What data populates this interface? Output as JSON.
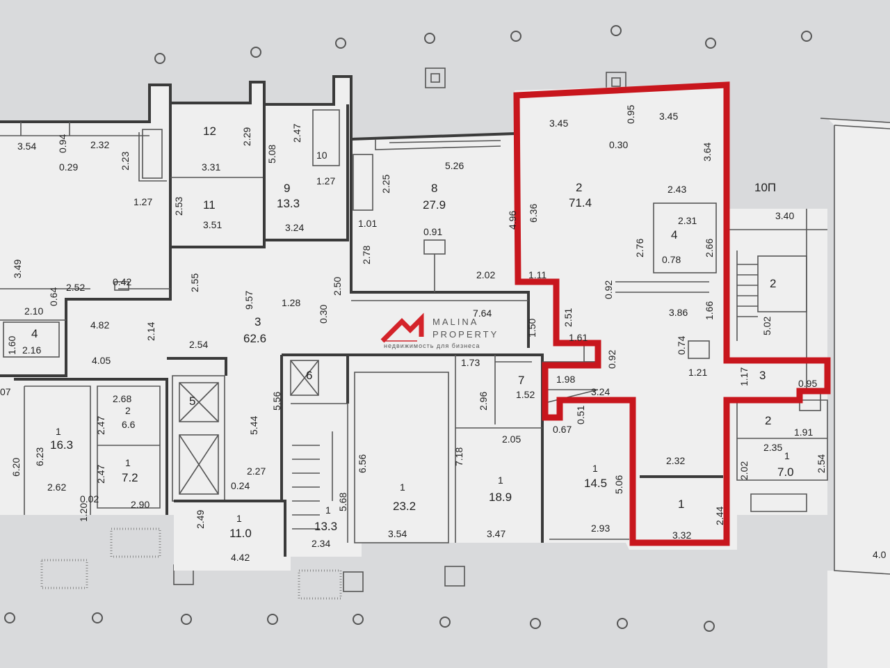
{
  "colors": {
    "background": "#d9dadc",
    "highlight": "#c8161d",
    "logo_red": "#d4232a",
    "logo_text": "#555555"
  },
  "logo": {
    "name": "MALINA PROPERTY",
    "subtitle": "недвижимость для бизнеса"
  },
  "labels": [
    {
      "id": "d-3-54",
      "text": "3.54"
    },
    {
      "id": "d-0-94",
      "text": "0.94"
    },
    {
      "id": "d-2-32",
      "text": "2.32"
    },
    {
      "id": "d-0-29",
      "text": "0.29"
    },
    {
      "id": "d-2-23",
      "text": "2.23"
    },
    {
      "id": "r12",
      "text": "12"
    },
    {
      "id": "d-2-29",
      "text": "2.29"
    },
    {
      "id": "d-3-31",
      "text": "3.31"
    },
    {
      "id": "d-5-08",
      "text": "5.08"
    },
    {
      "id": "d-2-47a",
      "text": "2.47"
    },
    {
      "id": "r10",
      "text": "10"
    },
    {
      "id": "d-1-27a",
      "text": "1.27"
    },
    {
      "id": "d-1-27b",
      "text": "1.27"
    },
    {
      "id": "d-2-53",
      "text": "2.53"
    },
    {
      "id": "r11",
      "text": "11"
    },
    {
      "id": "a-3-51",
      "text": "3.51"
    },
    {
      "id": "r9",
      "text": "9"
    },
    {
      "id": "a-13-3a",
      "text": "13.3"
    },
    {
      "id": "d-3-24a",
      "text": "3.24"
    },
    {
      "id": "d-2-25",
      "text": "2.25"
    },
    {
      "id": "d-5-26",
      "text": "5.26"
    },
    {
      "id": "r8",
      "text": "8"
    },
    {
      "id": "a-27-9",
      "text": "27.9"
    },
    {
      "id": "d-1-01",
      "text": "1.01"
    },
    {
      "id": "d-0-91",
      "text": "0.91"
    },
    {
      "id": "d-2-78",
      "text": "2.78"
    },
    {
      "id": "d-2-02a",
      "text": "2.02"
    },
    {
      "id": "d-2-50",
      "text": "2.50"
    },
    {
      "id": "d-4-96",
      "text": "4.96"
    },
    {
      "id": "d-6-36",
      "text": "6.36"
    },
    {
      "id": "d-3-45a",
      "text": "3.45"
    },
    {
      "id": "d-0-95",
      "text": "0.95"
    },
    {
      "id": "d-3-45b",
      "text": "3.45"
    },
    {
      "id": "d-0-30a",
      "text": "0.30"
    },
    {
      "id": "d-3-64",
      "text": "3.64"
    },
    {
      "id": "r2a",
      "text": "2"
    },
    {
      "id": "a-71-4",
      "text": "71.4"
    },
    {
      "id": "d-2-43",
      "text": "2.43"
    },
    {
      "id": "p10",
      "text": "10П"
    },
    {
      "id": "d-3-40",
      "text": "3.40"
    },
    {
      "id": "d-2-31",
      "text": "2.31"
    },
    {
      "id": "r4a",
      "text": "4"
    },
    {
      "id": "d-2-76",
      "text": "2.76"
    },
    {
      "id": "d-2-66",
      "text": "2.66"
    },
    {
      "id": "d-0-78",
      "text": "0.78"
    },
    {
      "id": "r2b",
      "text": "2"
    },
    {
      "id": "d-0-92a",
      "text": "0.92"
    },
    {
      "id": "d-3-86",
      "text": "3.86"
    },
    {
      "id": "d-1-66",
      "text": "1.66"
    },
    {
      "id": "d-5-02",
      "text": "5.02"
    },
    {
      "id": "d-1-11",
      "text": "1.11"
    },
    {
      "id": "d-2-51",
      "text": "2.51"
    },
    {
      "id": "d-3-49",
      "text": "3.49"
    },
    {
      "id": "d-2-52",
      "text": "2.52"
    },
    {
      "id": "d-0-42",
      "text": "0.42"
    },
    {
      "id": "d-2-10",
      "text": "2.10"
    },
    {
      "id": "d-0-64",
      "text": "0.64"
    },
    {
      "id": "d-2-55",
      "text": "2.55"
    },
    {
      "id": "d-9-57",
      "text": "9.57"
    },
    {
      "id": "d-1-28",
      "text": "1.28"
    },
    {
      "id": "d-0-30b",
      "text": "0.30"
    },
    {
      "id": "d-4-82",
      "text": "4.82"
    },
    {
      "id": "d-2-14",
      "text": "2.14"
    },
    {
      "id": "r3a",
      "text": "3"
    },
    {
      "id": "a-62-6",
      "text": "62.6"
    },
    {
      "id": "d-7-64",
      "text": "7.64"
    },
    {
      "id": "d-1-50",
      "text": "1.50"
    },
    {
      "id": "d-1-61",
      "text": "1.61"
    },
    {
      "id": "d-0-92b",
      "text": "0.92"
    },
    {
      "id": "d-0-74",
      "text": "0.74"
    },
    {
      "id": "d-1-21",
      "text": "1.21"
    },
    {
      "id": "d-1-17",
      "text": "1.17"
    },
    {
      "id": "r3b",
      "text": "3"
    },
    {
      "id": "d-0-95b",
      "text": "0.95"
    },
    {
      "id": "r4b",
      "text": "4"
    },
    {
      "id": "d-1-60",
      "text": "1.60"
    },
    {
      "id": "d-2-16",
      "text": "2.16"
    },
    {
      "id": "d-2-54a",
      "text": "2.54"
    },
    {
      "id": "d-4-05",
      "text": "4.05"
    },
    {
      "id": "d-1-73",
      "text": "1.73"
    },
    {
      "id": "d-1-98",
      "text": "1.98"
    },
    {
      "id": "d-3-24b",
      "text": "3.24"
    },
    {
      "id": "r7",
      "text": "7"
    },
    {
      "id": "d-2-96",
      "text": "2.96"
    },
    {
      "id": "d-1-52",
      "text": "1.52"
    },
    {
      "id": "d-0-67",
      "text": "0.67"
    },
    {
      "id": "d-0-51",
      "text": "0.51"
    },
    {
      "id": "r2c",
      "text": "2"
    },
    {
      "id": "d-2-35",
      "text": "2.35"
    },
    {
      "id": "d-1-91",
      "text": "1.91"
    },
    {
      "id": "d-2-68",
      "text": "2.68"
    },
    {
      "id": "r2d",
      "text": "2"
    },
    {
      "id": "d-2-47b",
      "text": "2.47"
    },
    {
      "id": "a-6-6",
      "text": "6.6"
    },
    {
      "id": "r1a",
      "text": "1"
    },
    {
      "id": "a-16-3",
      "text": "16.3"
    },
    {
      "id": "d-6-23",
      "text": "6.23"
    },
    {
      "id": "d-6-20",
      "text": "6.20"
    },
    {
      "id": "d-2-62",
      "text": "2.62"
    },
    {
      "id": "d-0-02",
      "text": "0.02"
    },
    {
      "id": "d-1-20",
      "text": "1.20"
    },
    {
      "id": "r1b",
      "text": "1"
    },
    {
      "id": "a-7-2",
      "text": "7.2"
    },
    {
      "id": "d-2-47c",
      "text": "2.47"
    },
    {
      "id": "d-2-90",
      "text": "2.90"
    },
    {
      "id": "r5",
      "text": "5"
    },
    {
      "id": "d-5-44",
      "text": "5.44"
    },
    {
      "id": "d-5-56",
      "text": "5.56"
    },
    {
      "id": "d-2-27",
      "text": "2.27"
    },
    {
      "id": "d-0-24",
      "text": "0.24"
    },
    {
      "id": "r6",
      "text": "6"
    },
    {
      "id": "d-6-56",
      "text": "6.56"
    },
    {
      "id": "d-7-18",
      "text": "7.18"
    },
    {
      "id": "d-2-05",
      "text": "2.05"
    },
    {
      "id": "r1c",
      "text": "1"
    },
    {
      "id": "a-23-2",
      "text": "23.2"
    },
    {
      "id": "r1d",
      "text": "1"
    },
    {
      "id": "a-18-9",
      "text": "18.9"
    },
    {
      "id": "r1e",
      "text": "1"
    },
    {
      "id": "a-14-5",
      "text": "14.5"
    },
    {
      "id": "d-5-06",
      "text": "5.06"
    },
    {
      "id": "d-2-32b",
      "text": "2.32"
    },
    {
      "id": "r1f",
      "text": "1"
    },
    {
      "id": "d-2-44",
      "text": "2.44"
    },
    {
      "id": "d-3-32",
      "text": "3.32"
    },
    {
      "id": "d-2-02b",
      "text": "2.02"
    },
    {
      "id": "r1g",
      "text": "1"
    },
    {
      "id": "a-7-0",
      "text": "7.0"
    },
    {
      "id": "d-2-54b",
      "text": "2.54"
    },
    {
      "id": "d-2-49",
      "text": "2.49"
    },
    {
      "id": "r1h",
      "text": "1"
    },
    {
      "id": "a-11-0",
      "text": "11.0"
    },
    {
      "id": "d-4-42",
      "text": "4.42"
    },
    {
      "id": "r1i",
      "text": "1"
    },
    {
      "id": "a-13-3b",
      "text": "13.3"
    },
    {
      "id": "d-5-68",
      "text": "5.68"
    },
    {
      "id": "d-2-34",
      "text": "2.34"
    },
    {
      "id": "d-3-54b",
      "text": "3.54"
    },
    {
      "id": "d-3-47",
      "text": "3.47"
    },
    {
      "id": "d-2-93",
      "text": "2.93"
    },
    {
      "id": "d-4-0",
      "text": "4.0"
    },
    {
      "id": "d-07",
      "text": "07"
    }
  ]
}
